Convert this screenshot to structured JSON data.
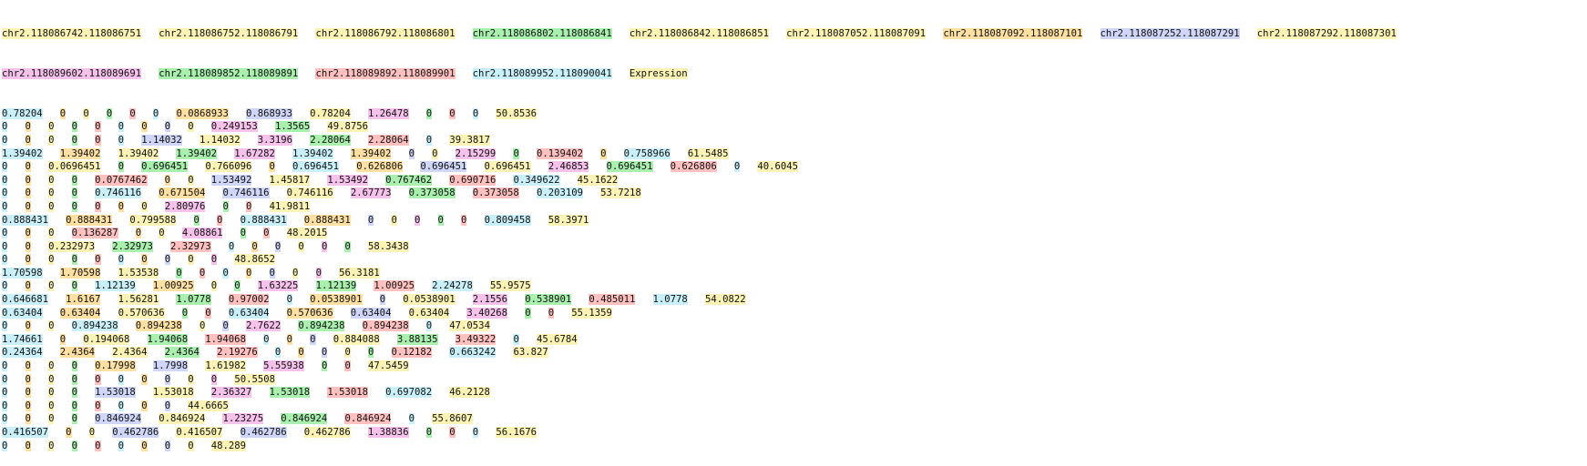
{
  "palette": [
    "#cfd6f7",
    "#fbf3b5",
    "#f6c2ec",
    "#a9efae",
    "#ffc0c0",
    "#c9f0f9",
    "#fde0a2",
    "#fbf3b5"
  ],
  "header": [
    {
      "text": "chr2.118086742.118086751",
      "c": 7
    },
    {
      "text": "chr2.118086752.118086791",
      "c": 1
    },
    {
      "text": "chr2.118086792.118086801",
      "c": 7
    },
    {
      "text": "chr2.118086802.118086841",
      "c": 3
    },
    {
      "text": "chr2.118086842.118086851",
      "c": 7
    },
    {
      "text": "chr2.118087052.118087091",
      "c": 7
    },
    {
      "text": "chr2.118087092.118087101",
      "c": 6
    },
    {
      "text": "chr2.118087252.118087291",
      "c": 0
    },
    {
      "text": "chr2.118087292.118087301",
      "c": 1
    }
  ],
  "header2": [
    {
      "text": "chr2.118089602.118089691",
      "c": 2
    },
    {
      "text": "chr2.118089852.118089891",
      "c": 3
    },
    {
      "text": "chr2.118089892.118089901",
      "c": 4
    },
    {
      "text": "chr2.118089952.118090041",
      "c": 5
    },
    {
      "text": "Expression",
      "c": 1
    }
  ],
  "rows": [
    [
      [
        "0.78204",
        5
      ],
      [
        "0",
        6
      ],
      [
        "0",
        7
      ],
      [
        "0",
        3
      ],
      [
        "0",
        4
      ],
      [
        "0",
        5
      ],
      [
        "0.0868933",
        6
      ],
      [
        "0.868933",
        0
      ],
      [
        "0.78204",
        1
      ],
      [
        "1.26478",
        2
      ],
      [
        "0",
        3
      ],
      [
        "0",
        4
      ],
      [
        "0",
        5
      ],
      [
        "50.8536",
        1
      ]
    ],
    [
      [
        "0",
        5
      ],
      [
        "0",
        6
      ],
      [
        "0",
        7
      ],
      [
        "0",
        3
      ],
      [
        "0",
        4
      ],
      [
        "0",
        5
      ],
      [
        "0",
        6
      ],
      [
        "0",
        0
      ],
      [
        "0",
        1
      ],
      [
        "0.249153",
        2
      ],
      [
        "1.3565",
        3
      ],
      [
        "49.8756",
        1
      ]
    ],
    [
      [
        "0",
        5
      ],
      [
        "0",
        6
      ],
      [
        "0",
        7
      ],
      [
        "0",
        3
      ],
      [
        "0",
        4
      ],
      [
        "0",
        5
      ],
      [
        "1.14032",
        0
      ],
      [
        "1.14032",
        1
      ],
      [
        "3.3196",
        2
      ],
      [
        "2.28064",
        3
      ],
      [
        "2.28064",
        4
      ],
      [
        "0",
        5
      ],
      [
        "39.3817",
        1
      ]
    ],
    [
      [
        "1.39402",
        5
      ],
      [
        "1.39402",
        6
      ],
      [
        "1.39402",
        7
      ],
      [
        "1.39402",
        3
      ],
      [
        "1.67282",
        2
      ],
      [
        "1.39402",
        5
      ],
      [
        "1.39402",
        6
      ],
      [
        "0",
        0
      ],
      [
        "0",
        1
      ],
      [
        "2.15299",
        2
      ],
      [
        "0",
        3
      ],
      [
        "0.139402",
        4
      ],
      [
        "0",
        6
      ],
      [
        "0.758966",
        5
      ],
      [
        "61.5485",
        1
      ]
    ],
    [
      [
        "0",
        5
      ],
      [
        "0",
        6
      ],
      [
        "0.0696451",
        7
      ],
      [
        "0",
        3
      ],
      [
        "0.696451",
        3
      ],
      [
        "0.766096",
        1
      ],
      [
        "0",
        6
      ],
      [
        "0.696451",
        5
      ],
      [
        "0.626806",
        6
      ],
      [
        "0.696451",
        0
      ],
      [
        "0.696451",
        1
      ],
      [
        "2.46853",
        2
      ],
      [
        "0.696451",
        3
      ],
      [
        "0.626806",
        4
      ],
      [
        "0",
        5
      ],
      [
        "40.6045",
        1
      ]
    ],
    [
      [
        "0",
        5
      ],
      [
        "0",
        6
      ],
      [
        "0",
        7
      ],
      [
        "0",
        3
      ],
      [
        "0.0767462",
        4
      ],
      [
        "0",
        6
      ],
      [
        "0",
        7
      ],
      [
        "1.53492",
        0
      ],
      [
        "1.45817",
        1
      ],
      [
        "1.53492",
        2
      ],
      [
        "0.767462",
        3
      ],
      [
        "0.690716",
        4
      ],
      [
        "0.349622",
        5
      ],
      [
        "45.1622",
        1
      ]
    ],
    [
      [
        "0",
        5
      ],
      [
        "0",
        6
      ],
      [
        "0",
        7
      ],
      [
        "0",
        3
      ],
      [
        "0.746116",
        5
      ],
      [
        "0.671504",
        6
      ],
      [
        "0.746116",
        0
      ],
      [
        "0.746116",
        1
      ],
      [
        "2.67773",
        2
      ],
      [
        "0.373058",
        3
      ],
      [
        "0.373058",
        4
      ],
      [
        "0.203109",
        5
      ],
      [
        "53.7218",
        1
      ]
    ],
    [
      [
        "0",
        5
      ],
      [
        "0",
        6
      ],
      [
        "0",
        7
      ],
      [
        "0",
        3
      ],
      [
        "0",
        4
      ],
      [
        "0",
        6
      ],
      [
        "0",
        7
      ],
      [
        "2.80976",
        2
      ],
      [
        "0",
        3
      ],
      [
        "0",
        4
      ],
      [
        "41.9811",
        1
      ]
    ],
    [
      [
        "0.888431",
        5
      ],
      [
        "0.888431",
        6
      ],
      [
        "0.799588",
        7
      ],
      [
        "0",
        3
      ],
      [
        "0",
        4
      ],
      [
        "0.888431",
        5
      ],
      [
        "0.888431",
        6
      ],
      [
        "0",
        0
      ],
      [
        "0",
        1
      ],
      [
        "0",
        2
      ],
      [
        "0",
        3
      ],
      [
        "0",
        4
      ],
      [
        "0.809458",
        5
      ],
      [
        "58.3971",
        1
      ]
    ],
    [
      [
        "0",
        5
      ],
      [
        "0",
        6
      ],
      [
        "0",
        7
      ],
      [
        "0.136287",
        4
      ],
      [
        "0",
        6
      ],
      [
        "0",
        7
      ],
      [
        "4.08861",
        2
      ],
      [
        "0",
        3
      ],
      [
        "0",
        4
      ],
      [
        "48.2015",
        1
      ]
    ],
    [
      [
        "0",
        5
      ],
      [
        "0",
        6
      ],
      [
        "0.232973",
        7
      ],
      [
        "2.32973",
        3
      ],
      [
        "2.32973",
        4
      ],
      [
        "0",
        5
      ],
      [
        "0",
        6
      ],
      [
        "0",
        0
      ],
      [
        "0",
        1
      ],
      [
        "0",
        2
      ],
      [
        "0",
        3
      ],
      [
        "58.3438",
        1
      ]
    ],
    [
      [
        "0",
        5
      ],
      [
        "0",
        6
      ],
      [
        "0",
        7
      ],
      [
        "0",
        3
      ],
      [
        "0",
        4
      ],
      [
        "0",
        5
      ],
      [
        "0",
        6
      ],
      [
        "0",
        0
      ],
      [
        "0",
        1
      ],
      [
        "0",
        2
      ],
      [
        "48.8652",
        1
      ]
    ],
    [
      [
        "1.70598",
        5
      ],
      [
        "1.70598",
        6
      ],
      [
        "1.53538",
        7
      ],
      [
        "0",
        3
      ],
      [
        "0",
        4
      ],
      [
        "0",
        5
      ],
      [
        "0",
        6
      ],
      [
        "0",
        0
      ],
      [
        "0",
        1
      ],
      [
        "0",
        2
      ],
      [
        "56.3181",
        1
      ]
    ],
    [
      [
        "0",
        5
      ],
      [
        "0",
        6
      ],
      [
        "0",
        7
      ],
      [
        "0",
        3
      ],
      [
        "1.12139",
        5
      ],
      [
        "1.00925",
        6
      ],
      [
        "0",
        7
      ],
      [
        "0",
        3
      ],
      [
        "1.63225",
        2
      ],
      [
        "1.12139",
        3
      ],
      [
        "1.00925",
        4
      ],
      [
        "2.24278",
        5
      ],
      [
        "55.9575",
        1
      ]
    ],
    [
      [
        "0.646681",
        5
      ],
      [
        "1.6167",
        6
      ],
      [
        "1.56281",
        7
      ],
      [
        "1.0778",
        3
      ],
      [
        "0.97002",
        4
      ],
      [
        "0",
        5
      ],
      [
        "0.0538901",
        6
      ],
      [
        "0",
        0
      ],
      [
        "0.0538901",
        1
      ],
      [
        "2.1556",
        2
      ],
      [
        "0.538901",
        3
      ],
      [
        "0.485011",
        4
      ],
      [
        "1.0778",
        5
      ],
      [
        "54.0822",
        1
      ]
    ],
    [
      [
        "0.63404",
        5
      ],
      [
        "0.63404",
        6
      ],
      [
        "0.570636",
        7
      ],
      [
        "0",
        3
      ],
      [
        "0",
        4
      ],
      [
        "0.63404",
        5
      ],
      [
        "0.570636",
        6
      ],
      [
        "0.63404",
        0
      ],
      [
        "0.63404",
        1
      ],
      [
        "3.40268",
        2
      ],
      [
        "0",
        3
      ],
      [
        "0",
        4
      ],
      [
        "55.1359",
        1
      ]
    ],
    [
      [
        "0",
        5
      ],
      [
        "0",
        6
      ],
      [
        "0",
        7
      ],
      [
        "0.894238",
        5
      ],
      [
        "0.894238",
        6
      ],
      [
        "0",
        7
      ],
      [
        "0",
        0
      ],
      [
        "2.7622",
        2
      ],
      [
        "0.894238",
        3
      ],
      [
        "0.894238",
        4
      ],
      [
        "0",
        5
      ],
      [
        "47.0534",
        1
      ]
    ],
    [
      [
        "1.74661",
        5
      ],
      [
        "0",
        6
      ],
      [
        "0.194068",
        7
      ],
      [
        "1.94068",
        3
      ],
      [
        "1.94068",
        4
      ],
      [
        "0",
        5
      ],
      [
        "0",
        6
      ],
      [
        "0",
        0
      ],
      [
        "0.884088",
        1
      ],
      [
        "3.88135",
        3
      ],
      [
        "3.49322",
        4
      ],
      [
        "0",
        5
      ],
      [
        "45.6784",
        1
      ]
    ],
    [
      [
        "0.24364",
        5
      ],
      [
        "2.4364",
        6
      ],
      [
        "2.4364",
        7
      ],
      [
        "2.4364",
        3
      ],
      [
        "2.19276",
        4
      ],
      [
        "0",
        5
      ],
      [
        "0",
        6
      ],
      [
        "0",
        0
      ],
      [
        "0",
        1
      ],
      [
        "0",
        3
      ],
      [
        "0.12182",
        4
      ],
      [
        "0.663242",
        5
      ],
      [
        "63.827",
        1
      ]
    ],
    [
      [
        "0",
        5
      ],
      [
        "0",
        6
      ],
      [
        "0",
        7
      ],
      [
        "0",
        3
      ],
      [
        "0.17998",
        6
      ],
      [
        "1.7998",
        0
      ],
      [
        "1.61982",
        1
      ],
      [
        "5.55938",
        2
      ],
      [
        "0",
        3
      ],
      [
        "0",
        4
      ],
      [
        "47.5459",
        1
      ]
    ],
    [
      [
        "0",
        5
      ],
      [
        "0",
        6
      ],
      [
        "0",
        7
      ],
      [
        "0",
        3
      ],
      [
        "0",
        4
      ],
      [
        "0",
        5
      ],
      [
        "0",
        6
      ],
      [
        "0",
        0
      ],
      [
        "0",
        1
      ],
      [
        "0",
        2
      ],
      [
        "50.5508",
        1
      ]
    ],
    [
      [
        "0",
        5
      ],
      [
        "0",
        6
      ],
      [
        "0",
        7
      ],
      [
        "0",
        3
      ],
      [
        "1.53018",
        0
      ],
      [
        "1.53018",
        1
      ],
      [
        "2.36327",
        2
      ],
      [
        "1.53018",
        3
      ],
      [
        "1.53018",
        4
      ],
      [
        "0.697082",
        5
      ],
      [
        "46.2128",
        1
      ]
    ],
    [
      [
        "0",
        5
      ],
      [
        "0",
        6
      ],
      [
        "0",
        7
      ],
      [
        "0",
        3
      ],
      [
        "0",
        4
      ],
      [
        "0",
        5
      ],
      [
        "0",
        6
      ],
      [
        "0",
        0
      ],
      [
        "44.6665",
        1
      ]
    ],
    [
      [
        "0",
        5
      ],
      [
        "0",
        6
      ],
      [
        "0",
        7
      ],
      [
        "0",
        3
      ],
      [
        "0.846924",
        0
      ],
      [
        "0.846924",
        1
      ],
      [
        "1.23275",
        2
      ],
      [
        "0.846924",
        3
      ],
      [
        "0.846924",
        4
      ],
      [
        "0",
        5
      ],
      [
        "55.8607",
        1
      ]
    ],
    [
      [
        "0.416507",
        5
      ],
      [
        "0",
        6
      ],
      [
        "0",
        7
      ],
      [
        "0.462786",
        0
      ],
      [
        "0.416507",
        1
      ],
      [
        "0.462786",
        0
      ],
      [
        "0.462786",
        1
      ],
      [
        "1.38836",
        2
      ],
      [
        "0",
        3
      ],
      [
        "0",
        4
      ],
      [
        "0",
        5
      ],
      [
        "56.1676",
        1
      ]
    ],
    [
      [
        "0",
        5
      ],
      [
        "0",
        6
      ],
      [
        "0",
        7
      ],
      [
        "0",
        3
      ],
      [
        "0",
        4
      ],
      [
        "0",
        5
      ],
      [
        "0",
        6
      ],
      [
        "0",
        0
      ],
      [
        "0",
        1
      ],
      [
        "48.289",
        1
      ]
    ]
  ]
}
